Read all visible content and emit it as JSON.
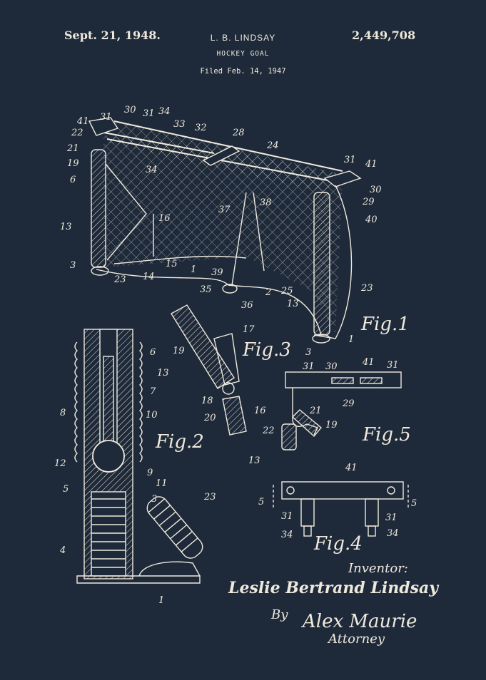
{
  "header": {
    "date": "Sept. 21, 1948.",
    "inventor_name": "L. B. LINDSAY",
    "title": "HOCKEY GOAL",
    "filed": "Filed Feb. 14, 1947",
    "patent_number": "2,449,708"
  },
  "figures": {
    "fig1": "Fig.1",
    "fig2": "Fig.2",
    "fig3": "Fig.3",
    "fig4": "Fig.4",
    "fig5": "Fig.5"
  },
  "signature": {
    "inventor_label": "Inventor:",
    "inventor_full": "Leslie Bertrand Lindsay",
    "by": "By",
    "attorney_sig": "Alex Maurie",
    "attorney_label": "Attorney"
  },
  "colors": {
    "background": "#1e2a3a",
    "ink": "#efe9dc"
  },
  "refs": {
    "r41a": "41",
    "r31a": "31",
    "r30a": "30",
    "r31b": "31",
    "r34a": "34",
    "r22": "22",
    "r21": "21",
    "r19a": "19",
    "r6a": "6",
    "r33": "33",
    "r32": "32",
    "r28": "28",
    "r24": "24",
    "r31c": "31",
    "r41b": "41",
    "r30b": "30",
    "r29a": "29",
    "r40": "40",
    "r34b": "34",
    "r37": "37",
    "r38": "38",
    "r13a": "13",
    "r16a": "16",
    "r3a": "3",
    "r23a": "23",
    "r14": "14",
    "r15": "15",
    "r1a": "1",
    "r39": "39",
    "r35": "35",
    "r36": "36",
    "r2": "2",
    "r25": "25",
    "r13b": "13",
    "r23b": "23",
    "r3b": "3",
    "r1b": "1",
    "r19b": "19",
    "r17": "17",
    "r18": "18",
    "r20": "20",
    "r16b": "16",
    "r6b": "6",
    "r13c": "13",
    "r7": "7",
    "r8": "8",
    "r10": "10",
    "r12": "12",
    "r9": "9",
    "r11": "11",
    "r5a": "5",
    "r3c": "3",
    "r4": "4",
    "r23c": "23",
    "r1c": "1",
    "r31d": "31",
    "r30c": "30",
    "r41c": "41",
    "r31e": "31",
    "r29b": "29",
    "r21b": "21",
    "r22b": "22",
    "r19c": "19",
    "r13d": "13",
    "r41d": "41",
    "r5b": "5",
    "r5c": "5",
    "r31f": "31",
    "r31g": "31",
    "r34c": "34",
    "r34d": "34"
  }
}
